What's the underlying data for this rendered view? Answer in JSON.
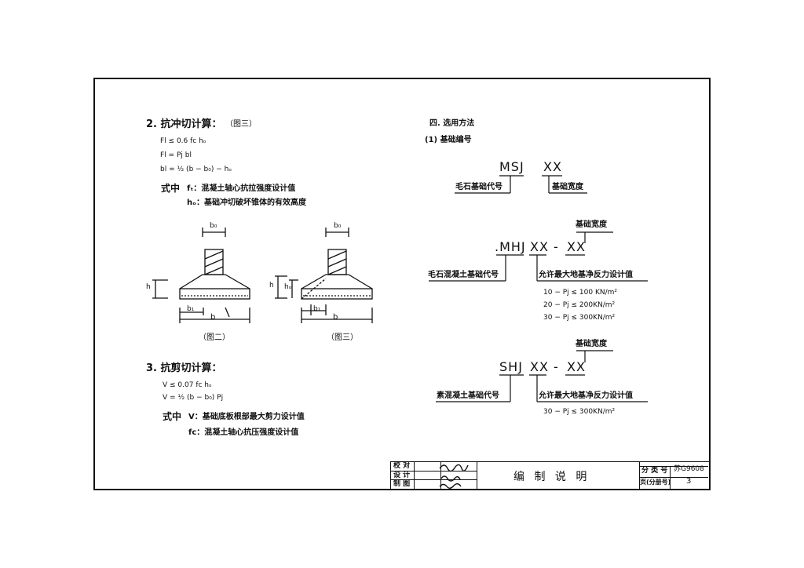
{
  "left": {
    "sec2_title": "2. 抗冲切计算：",
    "sec2_fig": "（图三）",
    "f1": "Fl ≤ 0.6 fc hₒ",
    "f2": "Fl = Pj bl",
    "f3": "bl = ½ (b − b₀) − hₒ",
    "where_label": "式中",
    "where1": "fₜ：混凝土轴心抗拉强度设计值",
    "where2": "hₒ：基础冲切破坏锥体的有效高度",
    "fig2_caption": "（图二）",
    "fig3_caption": "（图三）",
    "dim_b0": "b₀",
    "dim_b": "b",
    "dim_b1": "b₁",
    "dim_h": "h",
    "dim_h0": "hₒ",
    "sec3_title": "3. 抗剪切计算：",
    "g1": "V ≤ 0.07 fc hₒ",
    "g2": "V = ½ (b − b₀) Pj",
    "where3": "V：基础底板根部最大剪力设计值",
    "where4": "fc：混凝土轴心抗压强度设计值"
  },
  "right": {
    "sec4_title": "四. 选用方法",
    "sub1": "(1) 基础编号",
    "msj_code": "MSJ",
    "msj_xx": "XX",
    "msj_left": "毛石基础代号",
    "msj_right": "基础宽度",
    "mhj_top": "基础宽度",
    "mhj_code": ".MHJ",
    "mhj_xx1": "XX",
    "mhj_dash": "-",
    "mhj_xx2": "XX",
    "mhj_left": "毛石混凝土基础代号",
    "mhj_right": "允许最大地基净反力设计值",
    "mhj_v1": "10 − Pj ≤ 100 KN/m²",
    "mhj_v2": "20 − Pj ≤ 200KN/m²",
    "mhj_v3": "30 − Pj ≤ 300KN/m²",
    "shj_top": "基础宽度",
    "shj_code": "SHJ",
    "shj_xx1": "XX",
    "shj_dash": "-",
    "shj_xx2": "XX",
    "shj_left": "素混凝土基础代号",
    "shj_right": "允许最大地基净反力设计值",
    "shj_v1": "30 − Pj ≤ 300KN/m²"
  },
  "title_block": {
    "r1_label": "校 对",
    "r2_label": "设 计",
    "r3_label": "制 图",
    "title": "编 制 说 明",
    "cat_label": "分 类 号",
    "cat_value": "苏G9608",
    "page_label": "页(分册号)",
    "page_value": "3"
  }
}
